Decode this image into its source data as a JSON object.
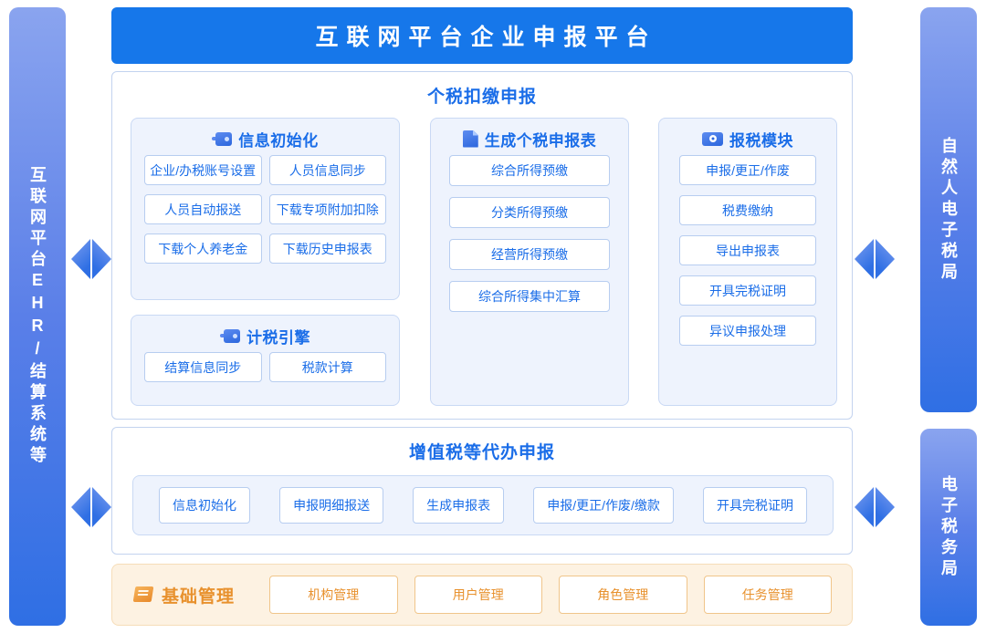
{
  "header": {
    "title": "互联网平台企业申报平台"
  },
  "left_pillar": {
    "label": "互联网平台EHR/结算系统等"
  },
  "right_pillars": [
    {
      "label": "自然人电子税局"
    },
    {
      "label": "电子税务局"
    }
  ],
  "iit_panel": {
    "heading": "个税扣缴申报",
    "cards": [
      {
        "title": "信息初始化",
        "icon": "wallet-icon",
        "items": [
          "企业/办税账号设置",
          "人员信息同步",
          "人员自动报送",
          "下载专项附加扣除",
          "下载个人养老金",
          "下载历史申报表"
        ]
      },
      {
        "title": "计税引擎",
        "icon": "wallet-icon",
        "items": [
          "结算信息同步",
          "税款计算"
        ]
      },
      {
        "title": "生成个税申报表",
        "icon": "document-icon",
        "items": [
          "综合所得预缴",
          "分类所得预缴",
          "经营所得预缴",
          "综合所得集中汇算"
        ]
      },
      {
        "title": "报税模块",
        "icon": "money-icon",
        "items": [
          "申报/更正/作废",
          "税费缴纳",
          "导出申报表",
          "开具完税证明",
          "异议申报处理"
        ]
      }
    ]
  },
  "vat_panel": {
    "heading": "增值税等代办申报",
    "items": [
      "信息初始化",
      "申报明细报送",
      "生成申报表",
      "申报/更正/作废/缴款",
      "开具完税证明"
    ]
  },
  "base_panel": {
    "label": "基础管理",
    "icon": "book-icon",
    "items": [
      "机构管理",
      "用户管理",
      "角色管理",
      "任务管理"
    ]
  },
  "colors": {
    "brand_blue": "#1677ea",
    "text_blue": "#1a6de8",
    "card_bg": "#eef3fd",
    "orange": "#e8912d",
    "orange_bg": "#fdf2e2"
  }
}
